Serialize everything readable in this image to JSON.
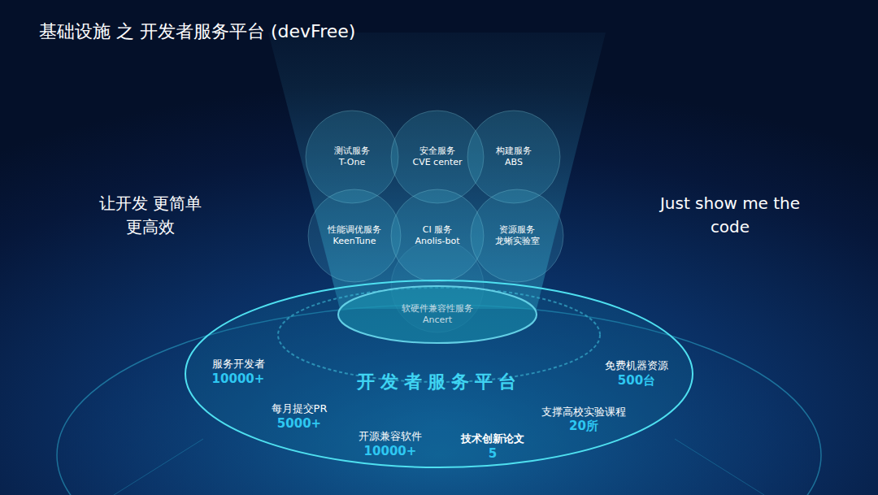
{
  "diagram": {
    "title": "基础设施 之 开发者服务平台 (devFree)",
    "nodes": [
      {
        "text": [
          "测试服务",
          "T-One"
        ]
      },
      {
        "text": [
          "安全服务",
          "CVE center"
        ]
      },
      {
        "text": [
          "构建服务",
          "ABS"
        ]
      },
      {
        "text": [
          "性能调优服务",
          "KeenTune"
        ]
      },
      {
        "text": [
          "CI 服务",
          "Anolis-bot"
        ]
      },
      {
        "text": [
          "资源服务",
          "龙蜥实验室"
        ]
      },
      {
        "text": [
          "软硬件兼容性服务",
          "Ancert"
        ]
      },
      {
        "text": [
          "开发者服务平台"
        ]
      }
    ],
    "labels": [
      "让开发 更简单更高效",
      "Just show me the code",
      "服务开发者",
      "10000+",
      "每月提交PR",
      "5000+",
      "开源兼容软件",
      "10000+",
      "技术创新论文",
      "5",
      "免费机器资源",
      "500台",
      "支撑高校实验课程",
      "20所"
    ]
  }
}
